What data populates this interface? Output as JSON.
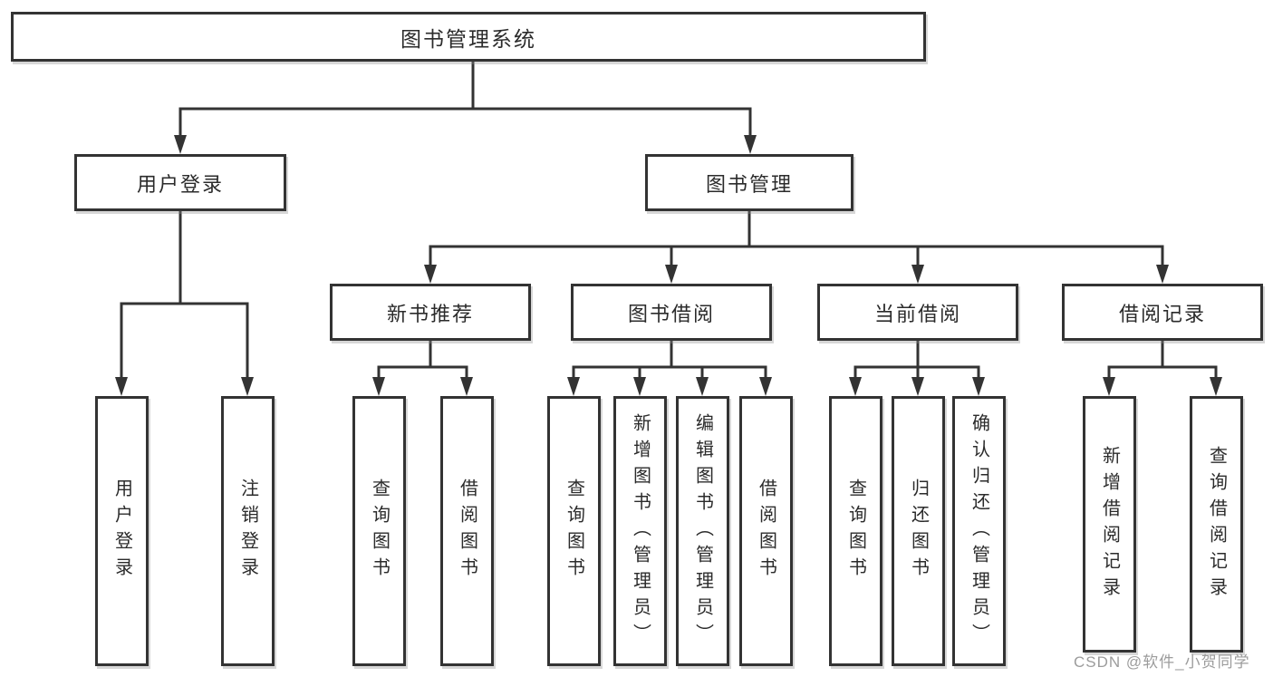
{
  "diagram": {
    "title": "图书管理系统",
    "watermark": "CSDN @软件_小贺同学",
    "colors": {
      "line": "#333333",
      "box_border": "#333333",
      "box_fill": "#ffffff",
      "text": "#2b2b2b",
      "watermark": "#9c9c9c"
    },
    "nodes": {
      "root": {
        "label": "图书管理系统"
      },
      "user_login": {
        "label": "用户登录"
      },
      "book_management": {
        "label": "图书管理"
      },
      "new_book_recommend": {
        "label": "新书推荐"
      },
      "book_borrowing": {
        "label": "图书借阅"
      },
      "current_borrowing": {
        "label": "当前借阅"
      },
      "borrowing_records": {
        "label": "借阅记录"
      },
      "leaf_user_login": {
        "label": "用户登录"
      },
      "leaf_logout": {
        "label": "注销登录"
      },
      "leaf_query_book_a": {
        "label": "查询图书"
      },
      "leaf_borrow_book_a": {
        "label": "借阅图书"
      },
      "leaf_query_book_b": {
        "label": "查询图书"
      },
      "leaf_add_book_admin": {
        "label": "新增图书（管理员）"
      },
      "leaf_edit_book_admin": {
        "label": "编辑图书（管理员）"
      },
      "leaf_borrow_book_b": {
        "label": "借阅图书"
      },
      "leaf_query_book_c": {
        "label": "查询图书"
      },
      "leaf_return_book": {
        "label": "归还图书"
      },
      "leaf_confirm_return_admin": {
        "label": "确认归还（管理员）"
      },
      "leaf_add_borrow_record": {
        "label": "新增借阅记录"
      },
      "leaf_query_borrow_record": {
        "label": "查询借阅记录"
      }
    }
  }
}
